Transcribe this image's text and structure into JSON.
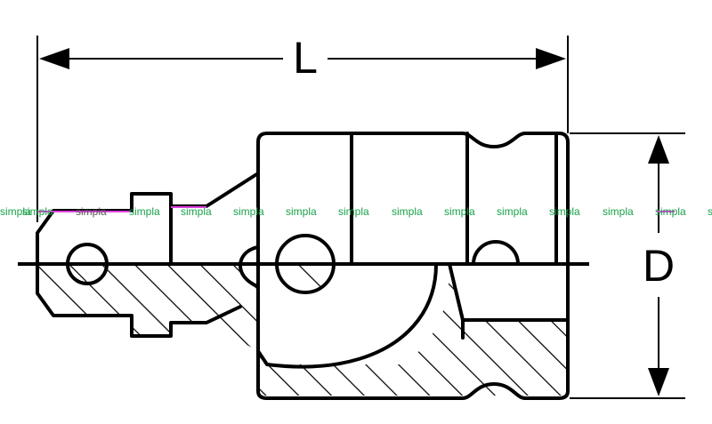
{
  "drawing": {
    "dimension_length_label": "L",
    "dimension_diameter_label": "D"
  },
  "watermark": {
    "text": "simpla",
    "color": "#19a24a",
    "highlight_color": "#e040e0"
  }
}
